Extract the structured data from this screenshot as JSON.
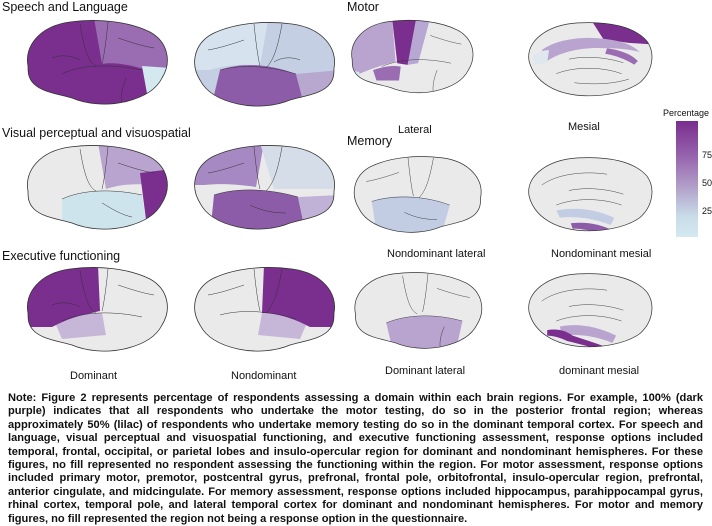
{
  "headers": {
    "speech": "Speech and Language",
    "visual": "Visual perceptual and visuospatial",
    "executive": "Executive functioning",
    "motor": "Motor",
    "memory": "Memory"
  },
  "view_labels": {
    "dominant": "Dominant",
    "nondominant": "Nondominant",
    "lateral": "Lateral",
    "mesial": "Mesial",
    "nondominant_lateral": "Nondominant lateral",
    "nondominant_mesial": "Nondominant mesial",
    "dominant_lateral": "Dominant lateral",
    "dominant_mesial": "dominant mesial"
  },
  "legend": {
    "title": "Percentage",
    "ticks": [
      "75",
      "50",
      "25"
    ],
    "colors": {
      "high": "#7a2e8e",
      "mid": "#b09bc7",
      "low": "#d3e9ef",
      "none": "#eaeaea"
    }
  },
  "note": "Note: Figure 2 represents percentage of respondents assessing a domain within each brain regions. For example, 100% (dark purple) indicates that all respondents who undertake the motor testing, do so in the posterior frontal region; whereas approximately 50% (lilac) of respondents who undertake memory testing do so in the dominant temporal cortex. For speech and language, visual perceptual and visuospatial functioning, and executive functioning assessment, response options included temporal, frontal, occipital, or parietal lobes and insulo-opercular region for dominant and nondominant hemispheres. For these figures, no fill represented no respondent assessing the functioning within the region. For motor assessment, response options included primary motor, premotor, postcentral gyrus, prefronal, frontal pole, orbitofrontal, insulo-opercular region, prefrontal, anterior cingulate, and midcingulate. For memory assessment, response options included hippocampus, parahippocampal gyrus, rhinal cortex, temporal pole, and lateral temporal cortex for dominant and nondominant hemispheres. For motor and memory figures, no fill represented the region not being a response option in the questionnaire."
}
